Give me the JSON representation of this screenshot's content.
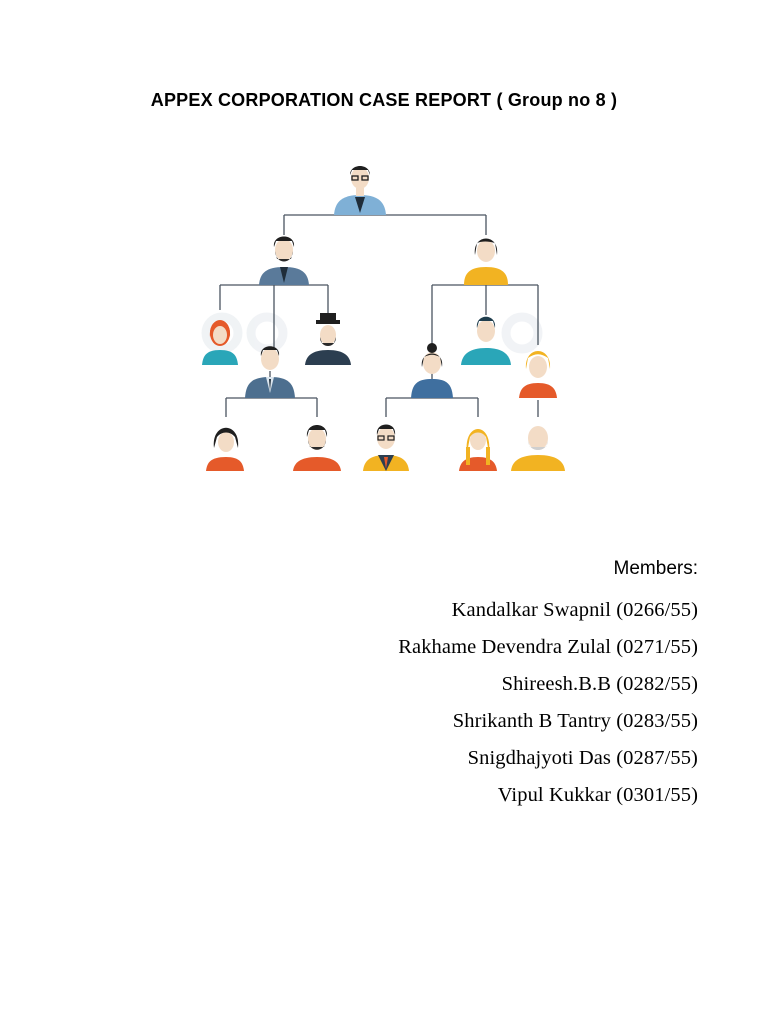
{
  "document": {
    "title": "APPEX CORPORATION CASE REPORT ( Group no 8 )",
    "members_heading": "Members:",
    "members": [
      "Kandalkar Swapnil (0266/55)",
      "Rakhame Devendra Zulal (0271/55)",
      "Shireesh.B.B (0282/55)",
      "Shrikanth B Tantry (0283/55)",
      "Snigdhajyoti Das (0287/55)",
      "Vipul Kukkar (0301/55)"
    ]
  },
  "illustration": {
    "icon": "organization-hierarchy-people-icon",
    "colors": {
      "line": "#4a5560",
      "skin": "#f3dcc6",
      "blue": "#4d7fa6",
      "navy": "#2c3e50",
      "teal": "#2aa6b8",
      "yellow": "#f2b322",
      "orange": "#f26b2d",
      "hair_dark": "#1f1f1f",
      "hair_red": "#e55a2a"
    }
  }
}
